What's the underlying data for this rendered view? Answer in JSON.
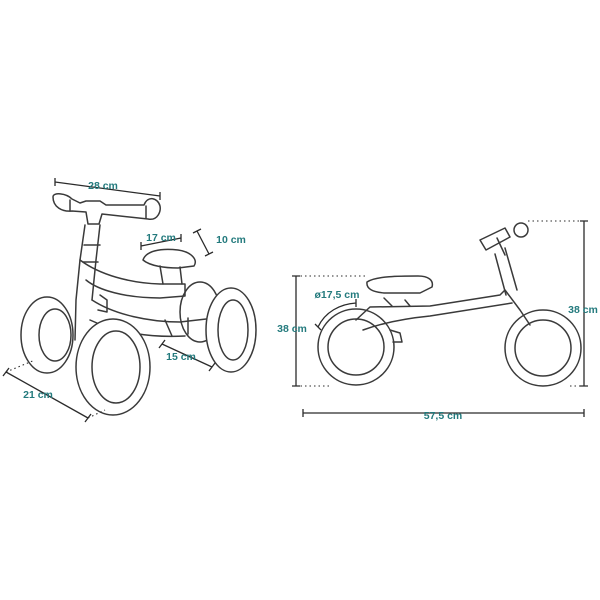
{
  "colors": {
    "label": "#237a7d",
    "line": "#3a3a3a",
    "background": "#ffffff"
  },
  "left_view": {
    "width": "28 cm",
    "seat_length": "17 cm",
    "seat_height": "10 cm",
    "wheel_gap": "15 cm",
    "depth": "21 cm"
  },
  "right_view": {
    "wheel_diameter": "ø17,5 cm",
    "seat_height": "38 cm",
    "total_height": "38 cm",
    "length": "57,5 cm"
  }
}
